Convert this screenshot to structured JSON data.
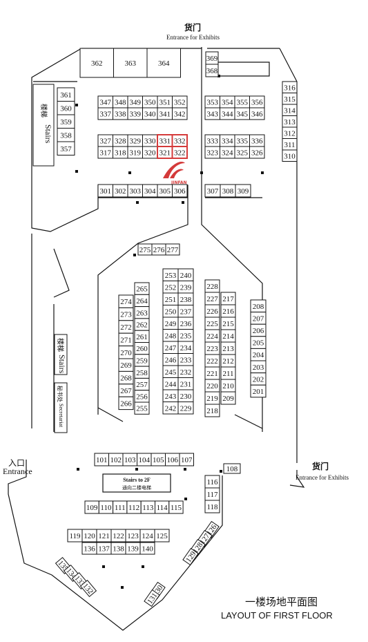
{
  "title": {
    "cn": "一楼场地平面图",
    "en": "LAYOUT OF FIRST FLOOR"
  },
  "labels": {
    "goods_door_cn": "货门",
    "goods_door_en": "Entrance for Exhibits",
    "entrance_cn": "入口",
    "entrance_en": "Entrance",
    "stairs_cn": "楼梯",
    "stairs_en": "Stairs",
    "secretariat_cn": "秘书处",
    "secretariat_en": "Secretariat",
    "stairs2f_en": "Stairs to 2F",
    "stairs2f_cn": "通向二楼电梯",
    "logo_text": "JINFAN"
  },
  "colors": {
    "ink": "#111111",
    "brand": "#d43a3a"
  },
  "highlighted_booths": [
    "331",
    "332",
    "321",
    "322"
  ],
  "rows": {
    "r362": [
      "362",
      "363",
      "364"
    ],
    "r361": [
      "361",
      "360",
      "359",
      "358",
      "357"
    ],
    "r369": [
      "369",
      "368"
    ],
    "r316": [
      "316",
      "315",
      "314",
      "313",
      "312",
      "311",
      "310"
    ],
    "r347": [
      "347",
      "348",
      "349",
      "350",
      "351",
      "352"
    ],
    "r337": [
      "337",
      "338",
      "339",
      "340",
      "341",
      "342"
    ],
    "r353": [
      "353",
      "354",
      "355",
      "356"
    ],
    "r343": [
      "343",
      "344",
      "345",
      "346"
    ],
    "r327": [
      "327",
      "328",
      "329",
      "330",
      "331",
      "332"
    ],
    "r317": [
      "317",
      "318",
      "319",
      "320",
      "321",
      "322"
    ],
    "r333": [
      "333",
      "334",
      "335",
      "336"
    ],
    "r323": [
      "323",
      "324",
      "325",
      "326"
    ],
    "r301": [
      "301",
      "302",
      "303",
      "304",
      "305",
      "306"
    ],
    "r307": [
      "307",
      "308",
      "309"
    ],
    "r275": [
      "275",
      "276",
      "277"
    ],
    "c274": [
      "274",
      "273",
      "272",
      "271",
      "270",
      "269",
      "268",
      "267",
      "266"
    ],
    "c265": [
      "265",
      "264",
      "263",
      "262",
      "261",
      "260",
      "259",
      "258",
      "257",
      "256",
      "255"
    ],
    "c253": [
      "253",
      "252",
      "251",
      "250",
      "249",
      "248",
      "247",
      "246",
      "245",
      "244",
      "243",
      "242"
    ],
    "c240": [
      "240",
      "239",
      "238",
      "237",
      "236",
      "235",
      "234",
      "233",
      "232",
      "231",
      "230",
      "229"
    ],
    "c228": [
      "228",
      "227",
      "226",
      "225",
      "224",
      "223",
      "222",
      "221",
      "220",
      "219",
      "218"
    ],
    "c217": [
      "217",
      "216",
      "215",
      "214",
      "213",
      "212",
      "211",
      "210",
      "209"
    ],
    "c208": [
      "208",
      "207",
      "206",
      "205",
      "204",
      "203",
      "202",
      "201"
    ],
    "r101": [
      "101",
      "102",
      "103",
      "104",
      "105",
      "106",
      "107"
    ],
    "r109": [
      "109",
      "110",
      "111",
      "112",
      "113",
      "114",
      "115"
    ],
    "c116": [
      "116",
      "117",
      "118"
    ],
    "b108": [
      "108"
    ],
    "r119": [
      "119",
      "120",
      "121",
      "122",
      "123",
      "124",
      "125"
    ],
    "r136": [
      "136",
      "137",
      "138",
      "139",
      "140"
    ],
    "d135": [
      "135",
      "134",
      "133",
      "132"
    ],
    "d126": [
      "126",
      "127",
      "128",
      "129"
    ],
    "d130": [
      "130",
      "131"
    ]
  }
}
